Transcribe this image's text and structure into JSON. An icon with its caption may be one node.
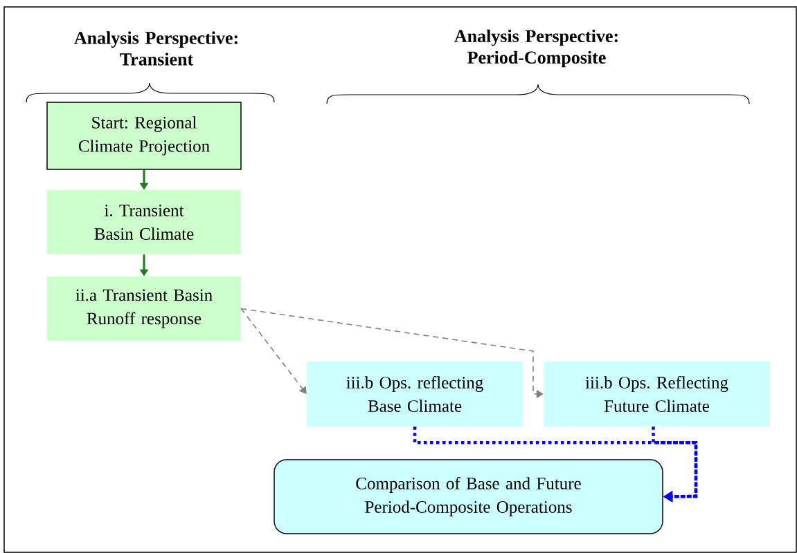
{
  "diagram": {
    "nodes": [
      {
        "text": [
          "Start: Regional Climate Projection"
        ]
      },
      {
        "text": [
          "i. Transient Basin Climate"
        ]
      },
      {
        "text": [
          "ii.a Transient Basin Runoff response"
        ]
      },
      {
        "text": [
          "iii.b Ops. reflecting Base Climate"
        ]
      },
      {
        "text": [
          "iii.b Ops. Reflecting Future Climate"
        ]
      },
      {
        "text": [
          "Comparison of Base and Future Period-Composite Operations"
        ]
      }
    ],
    "edges": [
      {
        "from": 0,
        "to": 1,
        "arrow": "to",
        "color": "#1a7f1a"
      },
      {
        "from": 1,
        "to": 2,
        "arrow": "to",
        "color": "#1a7f1a"
      },
      {
        "from": 2,
        "to": 3,
        "arrow": "to",
        "style": "dashed",
        "color": "#808080"
      },
      {
        "from": 2,
        "to": 4,
        "arrow": "to",
        "style": "dashed",
        "color": "#808080"
      },
      {
        "from": 3,
        "to": 5,
        "arrow": "to",
        "style": "dashed",
        "color": "#0000ff"
      },
      {
        "from": 4,
        "to": 5,
        "arrow": "to",
        "style": "dashed",
        "color": "#0000ff"
      }
    ],
    "labels": [
      "Analysis Perspective: Transient",
      "Analysis Perspective: Period-Composite"
    ]
  }
}
